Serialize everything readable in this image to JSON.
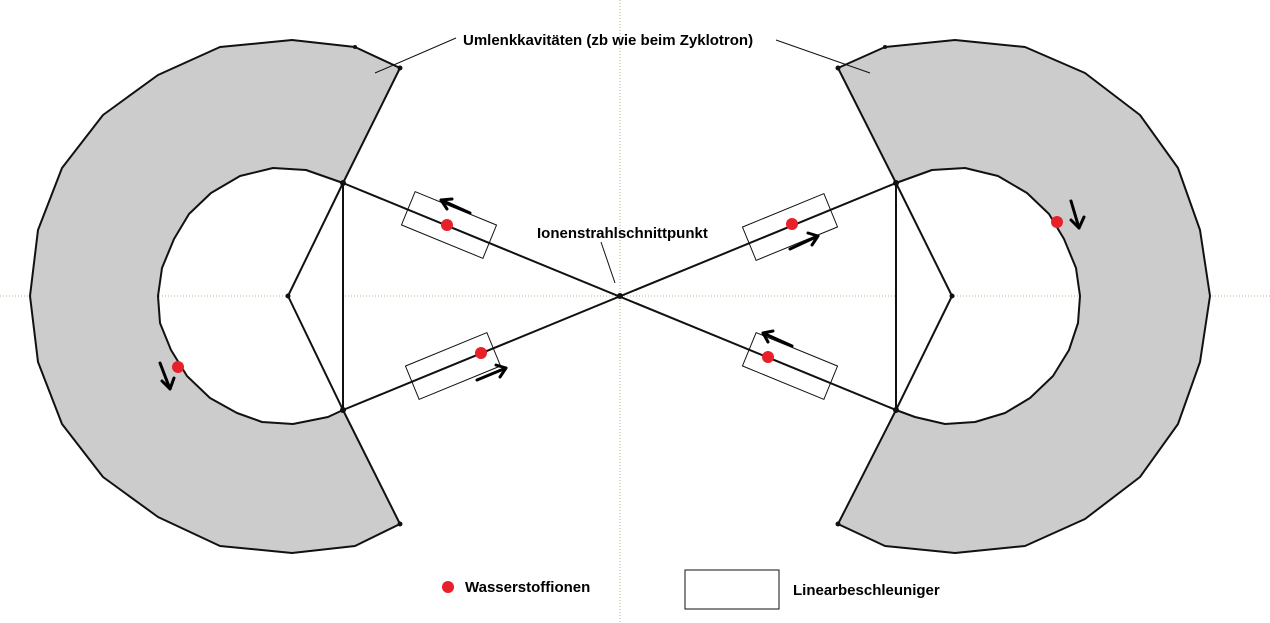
{
  "labels": {
    "cavities": "Umlenkkavitäten (zb wie beim Zyklotron)",
    "intersection": "Ionenstrahlschnittpunkt",
    "legend_ions": "Wasserstoffionen",
    "legend_accelerator": "Linearbeschleuniger"
  },
  "colors": {
    "ion": "#e8202a",
    "cavity_fill": "#cccccc",
    "background": "#ffffff"
  }
}
